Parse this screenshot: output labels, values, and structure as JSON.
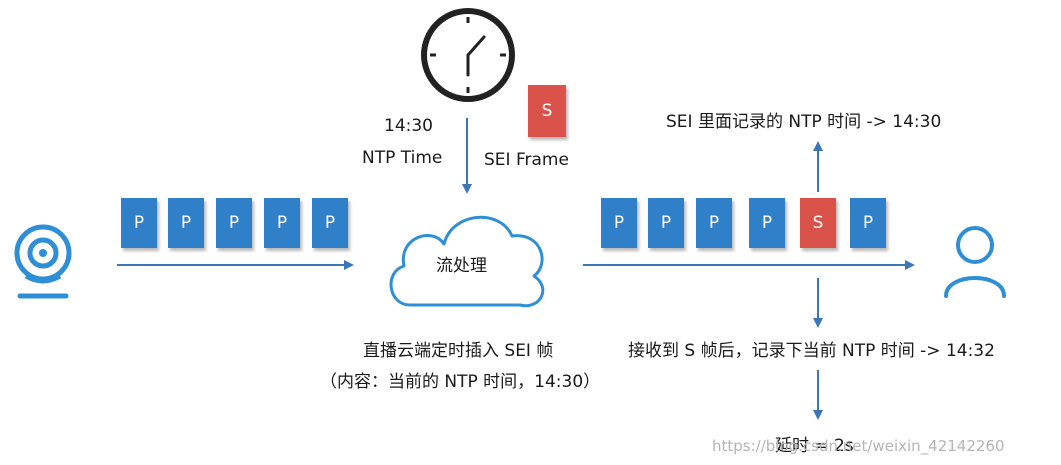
{
  "frame_letters": {
    "p": "P",
    "s": "S"
  },
  "clock": {
    "time": "14:30",
    "caption": "NTP Time"
  },
  "sei_frame": {
    "letter": "S",
    "caption": "SEI Frame"
  },
  "cloud": {
    "label": "流处理"
  },
  "top_right_note": "SEI 里面记录的 NTP 时间 -> 14:30",
  "cloud_note": {
    "line1": "直播云端定时插入 SEI 帧",
    "line2": "（内容：当前的 NTP 时间，14:30）"
  },
  "receive_note": "接收到 S 帧后，记录下当前 NTP 时间 ->  14:32",
  "delay_note": "延时 = 2s",
  "watermark": "https://blog.csdn.net/weixin_42142260",
  "icons": {
    "camera": "webcam-icon",
    "clock": "clock-icon",
    "cloud": "cloud-icon",
    "user": "user-icon"
  },
  "colors": {
    "p_frame": "#2f7fc9",
    "sei_frame": "#d9534a",
    "arrows": "#3a77b8",
    "cloud_stroke": "#2f8fd6"
  }
}
